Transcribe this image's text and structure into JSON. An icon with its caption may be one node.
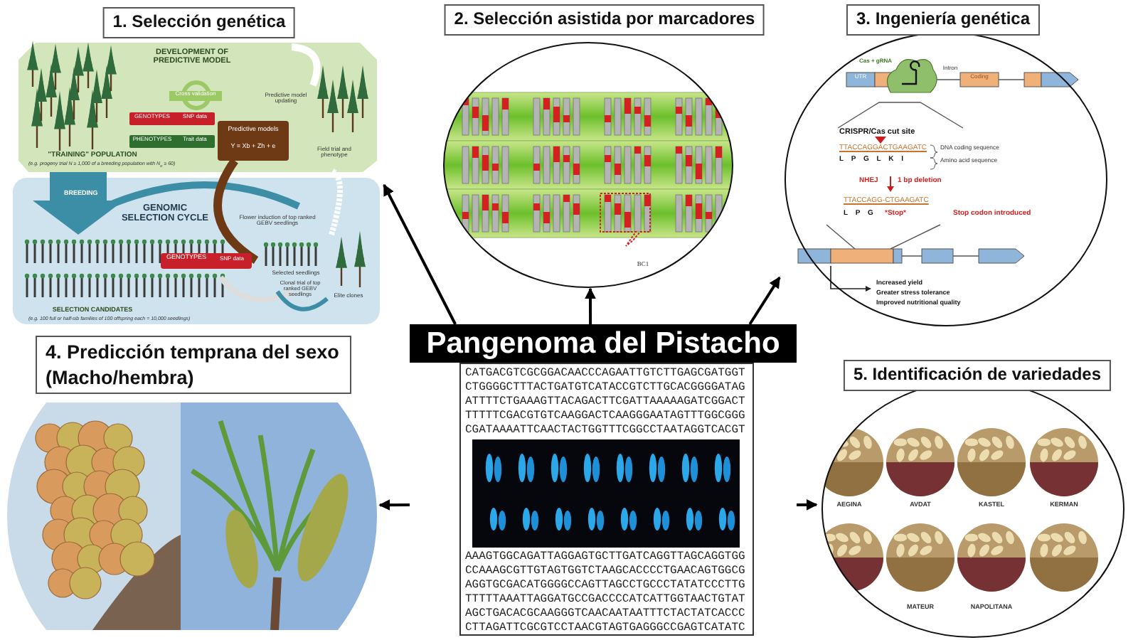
{
  "diagram": {
    "nodes": [
      {
        "text": [
          "Pangenoma del Pistacho",
          "CATGACGTCGCGGACAACCCAGAATTGTCTTGAGCGATGGT CTGGGGCTTTACTGATGTCATACCGTCTTGCACGGGGATAG ATTTTCTGAAAGTTACAGACTTCGATTAAAAAGATCGGACT TTTTTCGACGTGTCAAGGACTCAAGGGAATAGTTTGGCGGG CGATAAAATTCAACTACTGGTTTCGGCCTAATAGGTCACGT",
          "AAAGTGGCAGATTAGGAGTGCTTGATCAGGTTAGCAGGTGG CCAAAGCGTTGTAGTGGTCTAAGCACCCCTGAACAGTGGCG AGGTGCGACATGGGGCCAGTTAGCCTGCCCTATATCCCTTG TTTTTAAATTAGGATGCCGACCCCATCATTGGTAACTGTAT AGCTGACACGCAAGGGTCAACAATAATTTCTACTATCACCC CTTAGATTCGCGTCCTAACGTAGTGAGGGCCGAGTCATATC"
        ]
      },
      {
        "text": [
          "1. Selección genética"
        ]
      },
      {
        "text": [
          "2. Selección asistida por marcadores"
        ]
      },
      {
        "text": [
          "3. Ingeniería genética"
        ]
      },
      {
        "text": [
          "4. Predicción temprana del sexo (Macho/hembra)"
        ]
      },
      {
        "text": [
          "5. Identificación de variedades"
        ]
      }
    ],
    "edges": [
      {
        "from": 0,
        "to": 1,
        "arrow": "to"
      },
      {
        "from": 0,
        "to": 2,
        "arrow": "to"
      },
      {
        "from": 0,
        "to": 3,
        "arrow": "to"
      },
      {
        "from": 0,
        "to": 4,
        "arrow": "to"
      },
      {
        "from": 0,
        "to": 5,
        "arrow": "to"
      }
    ],
    "labels": [
      "DEVELOPMENT OF PREDICTIVE MODEL",
      "Cross validation",
      "GENOTYPES",
      "SNP data",
      "PHENOTYPES",
      "Trait data",
      "Predictive models",
      "Y = Xb + Zh + e",
      "Predictive model updating",
      "Field trial and phenotype",
      "\"TRAINING\" POPULATION",
      "(e.g. progeny trial N ≥ 1,000 of a breeding population with N$_{e}$ ≥ 60)",
      "BREEDING",
      "GENOMIC SELECTION CYCLE",
      "Flower induction of top ranked GEBV seedlings",
      "GENOTYPES",
      "SNP data",
      "Selected seedlings",
      "Clonal trial of top ranked GEBV seedlings",
      "Elite clones",
      "SELECTION CANDIDATES",
      "(e.g. 100 full or half-sib families of 100 offspring each = 10,000 seedlings)",
      "BC1",
      "Cas + gRNA",
      "UTR",
      "Intron",
      "Coding",
      "CRISPR/Cas cut site",
      "TTACCAGGACTGAAGATC",
      "DNA coding sequence",
      "L P G L K I",
      "Amino acid sequence",
      "NHEJ",
      "1 bp deletion",
      "TTACCAGG-CTGAAGATC",
      "L P G",
      "*Stop*",
      "Stop codon introduced",
      "Increased yield",
      "Greater stress tolerance",
      "Improved nutritional quality",
      "AEGINA",
      "AVDAT",
      "KASTEL",
      "KERMAN",
      "MATEUR",
      "NAPOLITANA"
    ]
  }
}
